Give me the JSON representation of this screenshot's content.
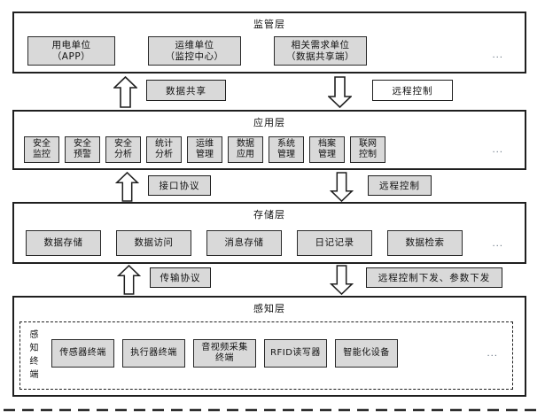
{
  "layers": [
    {
      "title": "监管层",
      "boxes": [
        "用电单位\n（APP）",
        "运维单位\n（监控中心）",
        "相关需求单位\n（数据共享端）"
      ],
      "ellipsis": "..."
    },
    {
      "title": "应用层",
      "boxes": [
        "安全\n监控",
        "安全\n预警",
        "安全\n分析",
        "统计\n分析",
        "运维\n管理",
        "数据\n应用",
        "系统\n管理",
        "档案\n管理",
        "联网\n控制"
      ],
      "ellipsis": "..."
    },
    {
      "title": "存储层",
      "boxes": [
        "数据存储",
        "数据访问",
        "消息存储",
        "日记记录",
        "数据检索"
      ],
      "ellipsis": "..."
    },
    {
      "title": "感知层",
      "side_label": "感知终端",
      "boxes": [
        "传感器终端",
        "执行器终端",
        "音视频采集\n终端",
        "RFID读写器",
        "智能化设备"
      ],
      "ellipsis": "..."
    }
  ],
  "connectors": [
    {
      "up_label": "数据共享",
      "down_label": "远程控制"
    },
    {
      "up_label": "接口协议",
      "down_label": "远程控制"
    },
    {
      "up_label": "传输协议",
      "down_label": "远程控制下发、参数下发"
    }
  ],
  "colors": {
    "box_fill": "#d9d9d9",
    "box_border": "#1f1f1f",
    "label_fill": "#d9d9d9",
    "label_fill_alt": "#ffffff",
    "line": "#1f1f1f",
    "background": "#ffffff"
  }
}
